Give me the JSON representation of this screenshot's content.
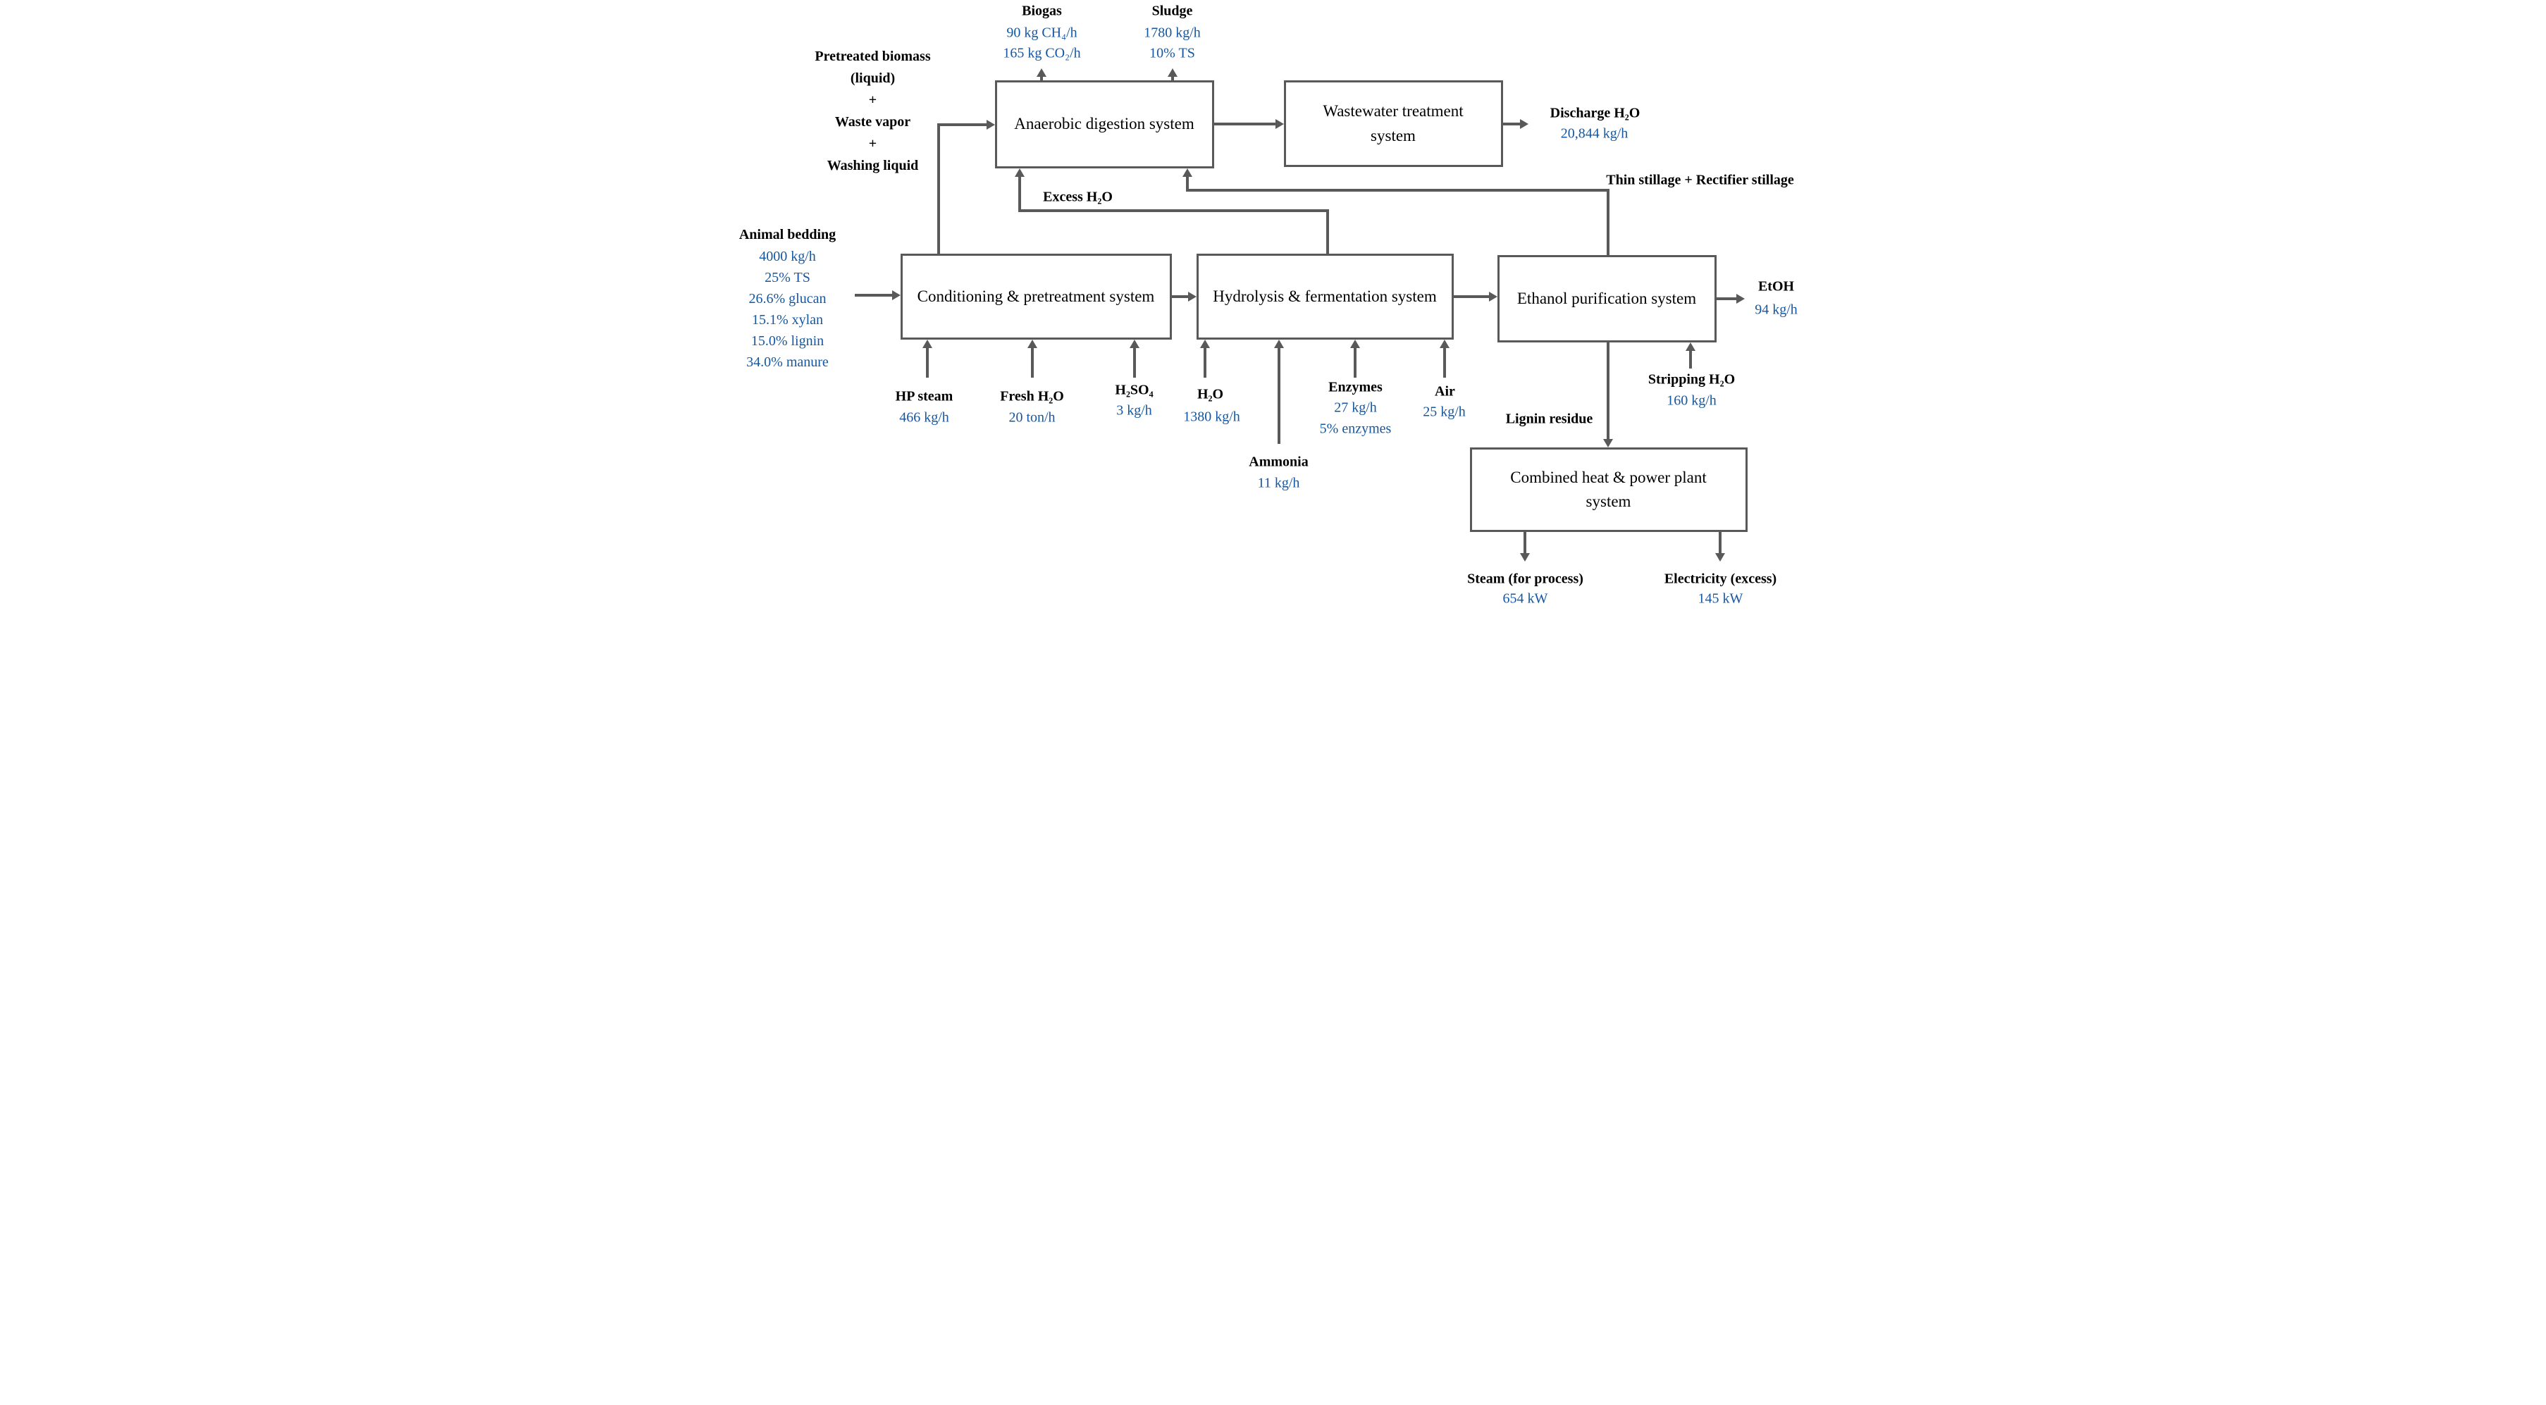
{
  "colors": {
    "value_blue": "#1557A0",
    "line_gray": "#595959",
    "text_black": "#000000"
  },
  "boxes": {
    "anaerobic_digestion": {
      "label": "Anaerobic digestion system"
    },
    "wastewater_treatment": {
      "label": "Wastewater treatment system"
    },
    "conditioning_pretreatment": {
      "label": "Conditioning & pretreatment system"
    },
    "hydrolysis_fermentation": {
      "label": "Hydrolysis & fermentation system"
    },
    "ethanol_purification": {
      "label": "Ethanol purification system"
    },
    "chp_plant": {
      "label": "Combined heat & power plant system"
    }
  },
  "streams": {
    "biogas": {
      "label": "Biogas",
      "values": [
        "90 kg CH₄/h",
        "165 kg CO₂/h"
      ]
    },
    "sludge": {
      "label": "Sludge",
      "values": [
        "1780 kg/h",
        "10% TS"
      ]
    },
    "pretreated_feed": {
      "lines": [
        "Pretreated biomass",
        "(liquid)",
        "+",
        "Waste vapor",
        "+",
        "Washing liquid"
      ]
    },
    "animal_bedding": {
      "label": "Animal bedding",
      "values": [
        "4000 kg/h",
        "25% TS",
        "26.6% glucan",
        "15.1% xylan",
        "15.0% lignin",
        "34.0% manure"
      ]
    },
    "discharge_water": {
      "label": "Discharge H₂O",
      "value": "20,844 kg/h"
    },
    "thin_stillage": {
      "label": "Thin stillage + Rectifier stillage"
    },
    "excess_water": {
      "label": "Excess H₂O"
    },
    "hp_steam": {
      "label": "HP steam",
      "value": "466 kg/h"
    },
    "fresh_water": {
      "label": "Fresh H₂O",
      "value": "20 ton/h"
    },
    "sulfuric_acid": {
      "label": "H₂SO₄",
      "value": "3 kg/h"
    },
    "water": {
      "label": "H₂O",
      "value": "1380 kg/h"
    },
    "ammonia": {
      "label": "Ammonia",
      "value": "11 kg/h"
    },
    "enzymes": {
      "label": "Enzymes",
      "values": [
        "27 kg/h",
        "5% enzymes"
      ]
    },
    "air": {
      "label": "Air",
      "value": "25 kg/h"
    },
    "stripping_water": {
      "label": "Stripping H₂O",
      "value": "160 kg/h"
    },
    "lignin_residue": {
      "label": "Lignin residue"
    },
    "ethanol": {
      "label": "EtOH",
      "value": "94 kg/h"
    },
    "steam_out": {
      "label": "Steam (for process)",
      "value": "654 kW"
    },
    "electricity_out": {
      "label": "Electricity (excess)",
      "value": "145 kW"
    }
  }
}
